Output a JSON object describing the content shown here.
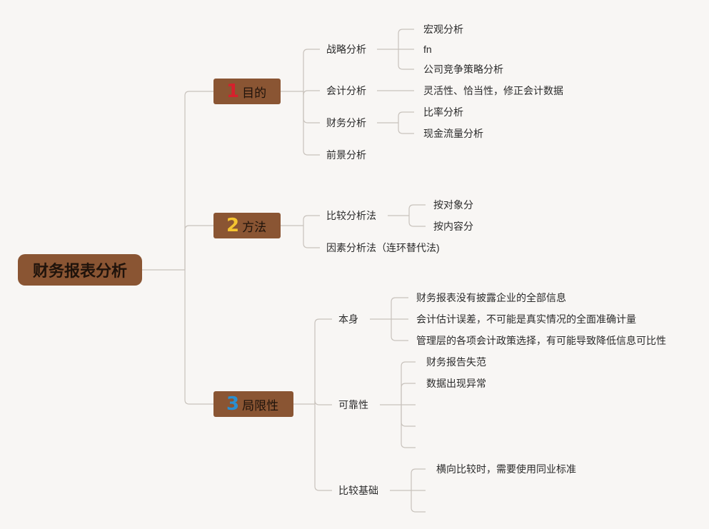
{
  "root": {
    "label": "财务报表分析"
  },
  "branches": [
    {
      "number": "1",
      "number_color": "#d6202c",
      "label": "目的",
      "children": [
        {
          "label": "战略分析",
          "children": [
            "宏观分析",
            "fn",
            "公司竞争策略分析"
          ]
        },
        {
          "label": "会计分析",
          "children": [
            "灵活性、恰当性，修正会计数据"
          ]
        },
        {
          "label": "财务分析",
          "children": [
            "比率分析",
            "现金流量分析"
          ]
        },
        {
          "label": "前景分析",
          "children": []
        }
      ]
    },
    {
      "number": "2",
      "number_color": "#f4c430",
      "label": "方法",
      "children": [
        {
          "label": "比较分析法",
          "children": [
            "按对象分",
            "按内容分"
          ]
        },
        {
          "label": "因素分析法（连环替代法)",
          "children": []
        }
      ]
    },
    {
      "number": "3",
      "number_color": "#2a8fd0",
      "label": "局限性",
      "children": [
        {
          "label": "本身",
          "children": [
            "财务报表没有披露企业的全部信息",
            "会计估计误差，不可能是真实情况的全面准确计量",
            "管理层的各项会计政策选择，有可能导致降低信息可比性"
          ]
        },
        {
          "label": "可靠性",
          "children": [
            "财务报告失范",
            "数据出现异常",
            "",
            "",
            ""
          ]
        },
        {
          "label": "比较基础",
          "children": [
            "横向比较时，需要使用同业标准",
            "",
            ""
          ]
        }
      ]
    }
  ],
  "colors": {
    "background": "#f8f6f4",
    "node_fill": "#8a5533",
    "connector": "#c8c2bc"
  }
}
